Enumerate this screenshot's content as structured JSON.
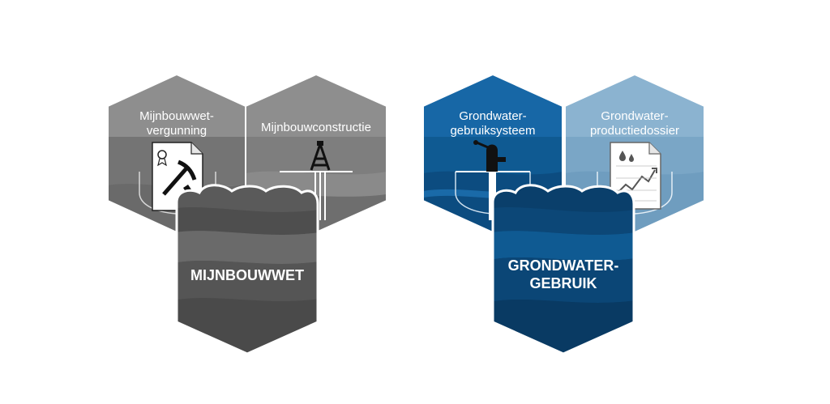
{
  "mijnbouw": {
    "vergunning": {
      "line1": "Mijnbouwwet-",
      "line2": "vergunning"
    },
    "constructie": {
      "label": "Mijnbouwconstructie"
    },
    "main": {
      "label": "MIJNBOUWWET"
    }
  },
  "grondwater": {
    "systeem": {
      "line1": "Grondwater-",
      "line2": "gebruiksysteem"
    },
    "dossier": {
      "line1": "Grondwater-",
      "line2": "productiedossier"
    },
    "main": {
      "line1": "GRONDWATER-",
      "line2": "GEBRUIK"
    }
  },
  "colors": {
    "gray_dark": "#5f5f5f",
    "gray_mid": "#888888",
    "gray_light": "#9c9c9c",
    "blue_dark": "#0a3f6b",
    "blue_mid": "#0f5a92",
    "blue_light": "#7fa9c8"
  },
  "icons": [
    "certificate-pickaxe-icon",
    "oil-derrick-icon",
    "water-pump-icon",
    "chart-drops-icon"
  ]
}
